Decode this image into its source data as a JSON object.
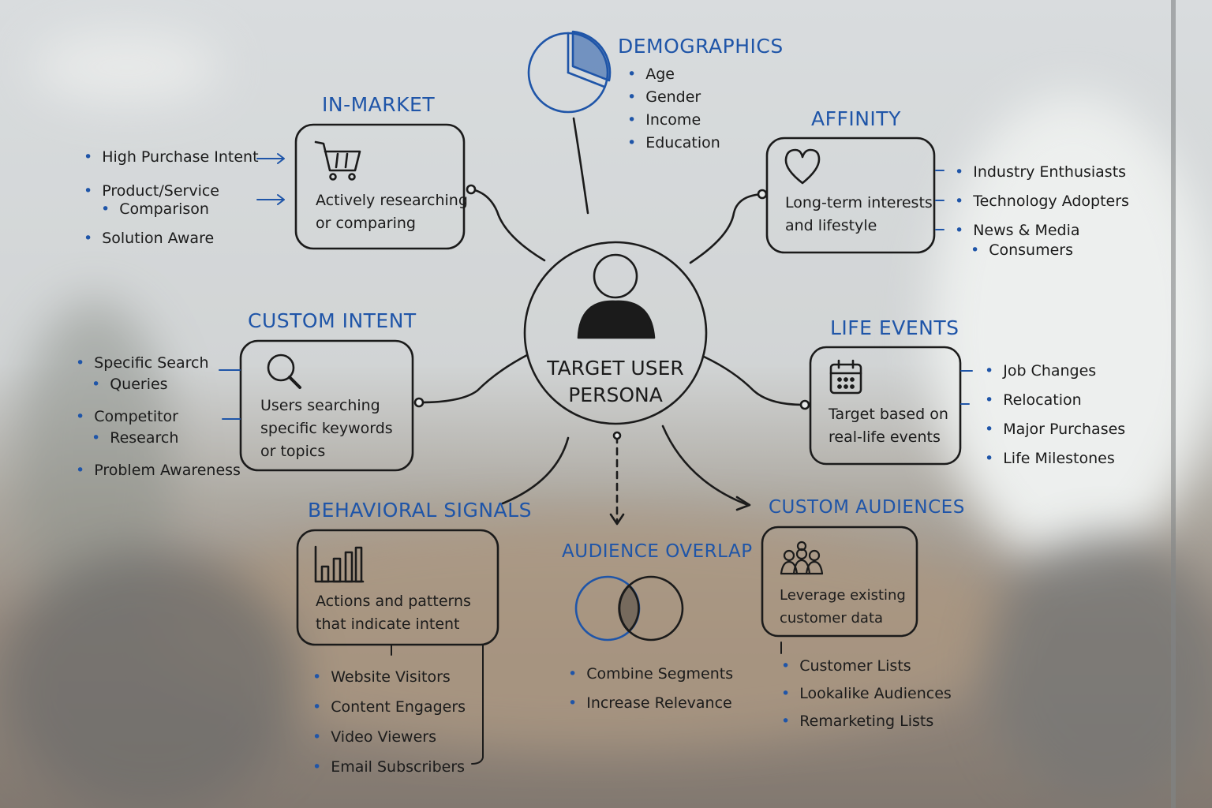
{
  "center": {
    "line1": "TARGET USER",
    "line2": "PERSONA"
  },
  "demographics": {
    "title": "DEMOGRAPHICS",
    "items": [
      "Age",
      "Gender",
      "Income",
      "Education"
    ]
  },
  "in_market": {
    "title": "IN-MARKET",
    "box_line1": "Actively researching",
    "box_line2": "or comparing",
    "items": [
      [
        "High Purchase Intent"
      ],
      [
        "Product/Service",
        "Comparison"
      ],
      [
        "Solution Aware"
      ]
    ]
  },
  "affinity": {
    "title": "AFFINITY",
    "box_line1": "Long-term interests",
    "box_line2": "and lifestyle",
    "items": [
      [
        "Industry Enthusiasts"
      ],
      [
        "Technology Adopters"
      ],
      [
        "News & Media",
        "Consumers"
      ]
    ]
  },
  "custom_intent": {
    "title": "CUSTOM INTENT",
    "box_line1": "Users searching",
    "box_line2": "specific keywords",
    "box_line3": "or topics",
    "items": [
      [
        "Specific Search",
        "Queries"
      ],
      [
        "Competitor",
        "Research"
      ],
      [
        "Problem Awareness"
      ]
    ]
  },
  "life_events": {
    "title": "LIFE EVENTS",
    "box_line1": "Target based on",
    "box_line2": "real-life events",
    "items": [
      "Job Changes",
      "Relocation",
      "Major Purchases",
      "Life Milestones"
    ]
  },
  "behavioral_signals": {
    "title": "BEHAVIORAL SIGNALS",
    "box_line1": "Actions and patterns",
    "box_line2": "that indicate intent",
    "items": [
      "Website Visitors",
      "Content Engagers",
      "Video Viewers",
      "Email Subscribers"
    ]
  },
  "audience_overlap": {
    "title": "AUDIENCE OVERLAP",
    "items": [
      "Combine Segments",
      "Increase Relevance"
    ]
  },
  "custom_audiences": {
    "title": "CUSTOM AUDIENCES",
    "box_line1": "Leverage existing",
    "box_line2": "customer data",
    "items": [
      "Customer Lists",
      "Lookalike Audiences",
      "Remarketing Lists"
    ]
  },
  "colors": {
    "ink": "#1b1b1b",
    "accent_blue": "#1f55a8"
  },
  "icons": [
    "shopping-cart-icon",
    "heart-icon",
    "magnifier-icon",
    "calendar-icon",
    "bar-chart-icon",
    "people-group-icon",
    "user-silhouette-icon",
    "pie-chart-icon",
    "venn-diagram-icon"
  ]
}
